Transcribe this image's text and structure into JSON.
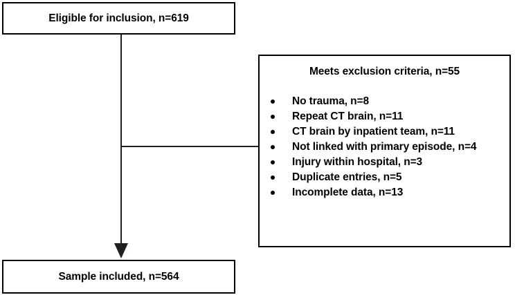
{
  "figure": {
    "type": "flowchart",
    "description": "Participant selection flow diagram"
  },
  "nodes": {
    "eligible": {
      "label": "Eligible for inclusion, n=619",
      "count": 619
    },
    "sample": {
      "label": "Sample included, n=564",
      "count": 564
    },
    "exclusion": {
      "title": "Meets exclusion criteria, n=55",
      "count": 55,
      "items": [
        {
          "label": "No trauma, n=8",
          "count": 8
        },
        {
          "label": "Repeat CT brain, n=11",
          "count": 11
        },
        {
          "label": "CT brain by inpatient team, n=11",
          "count": 11
        },
        {
          "label": "Not linked with primary episode, n=4",
          "count": 4
        },
        {
          "label": "Injury within hospital, n=3",
          "count": 3
        },
        {
          "label": "Duplicate entries, n=5",
          "count": 5
        },
        {
          "label": "Incomplete data, n=13",
          "count": 13
        }
      ]
    }
  },
  "connectors": {
    "trunk": "vertical-line",
    "branch": "horizontal-line",
    "arrow": "arrowhead-down"
  },
  "colors": {
    "stroke": "#000000",
    "line": "#231f20",
    "text": "#000000",
    "background": "#ffffff"
  }
}
